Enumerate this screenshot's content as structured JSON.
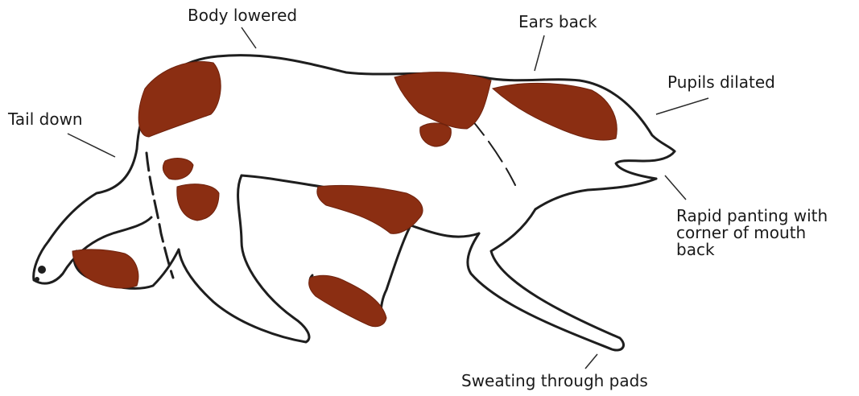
{
  "labels": {
    "body_lowered": "Body lowered",
    "ears_back": "Ears back",
    "pupils_dilated": "Pupils dilated",
    "tail_down": "Tail down",
    "panting_line1": "Rapid panting with",
    "panting_line2": "corner of mouth",
    "panting_line3": "back",
    "sweating": "Sweating through pads"
  },
  "colors": {
    "outline": "#1e1e1e",
    "patch": "#8b2e12",
    "patch_light": "#a5401c",
    "leader": "#2a2a2a",
    "background": "#ffffff"
  }
}
